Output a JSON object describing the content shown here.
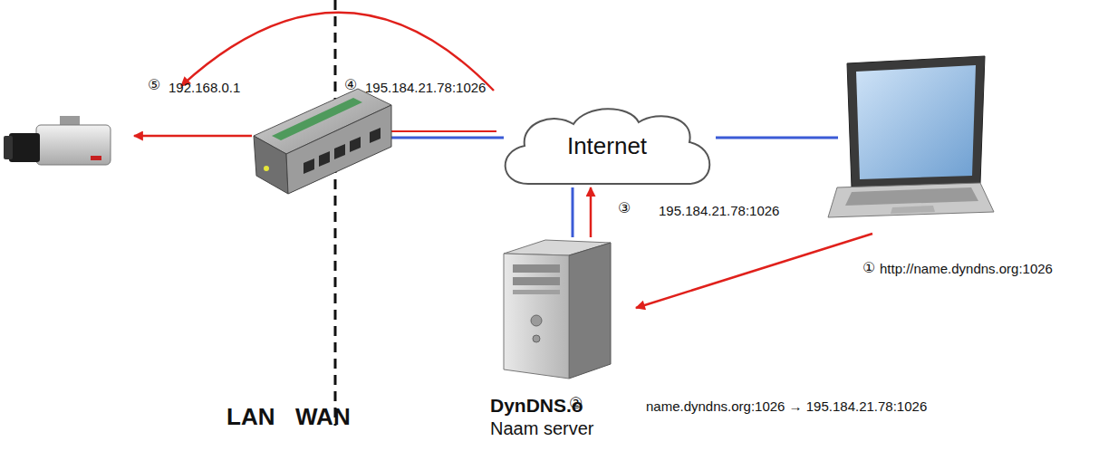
{
  "diagram": {
    "nodes": [
      {
        "text": [
          "Internet"
        ]
      },
      {
        "text": [
          "DynDNS.o",
          "Naam server"
        ]
      }
    ],
    "edges": [
      {
        "from": 0,
        "to": 1,
        "arrow": "none"
      },
      {
        "from": 1,
        "to": 0,
        "arrow": "to"
      }
    ],
    "labels": [
      "⑤",
      "192.168.0.1",
      "④",
      "195.184.21.78:1026",
      "③",
      "195.184.21.78:1026",
      "①",
      "http://name.dyndns.org:1026",
      "②",
      "name.dyndns.org:1026 → 195.184.21.78:1026",
      "LAN",
      "WAN"
    ]
  }
}
